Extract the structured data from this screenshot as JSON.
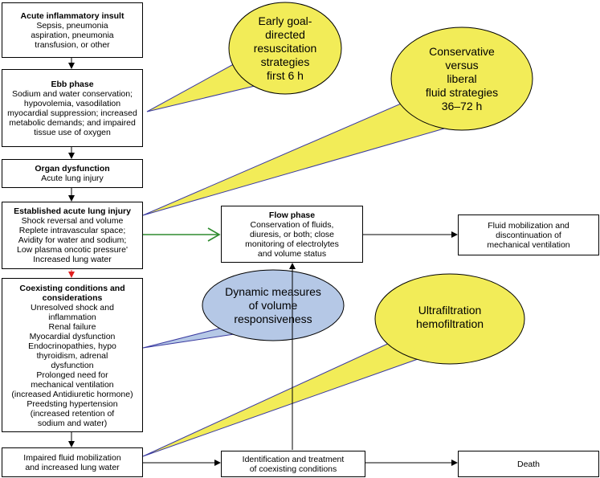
{
  "boxes": {
    "acute": {
      "title": "Acute inflammatory insult",
      "lines": [
        "Sepsis, pneumonia",
        "aspiration, pneumonia",
        "transfusion, or other"
      ]
    },
    "ebb": {
      "title": "Ebb phase",
      "lines": [
        "Sodium and water conservation;",
        "hypovolemia, vasodilation",
        "myocardial suppression; increased",
        "metabolic demands; and impaired",
        "tissue use of oxygen"
      ]
    },
    "organ": {
      "title": "Organ dysfunction",
      "lines": [
        "Acute lung injury"
      ]
    },
    "ali": {
      "title": "Established acute lung injury",
      "lines": [
        "Shock reversal and volume",
        "Replete intravascular space;",
        "Avidity for water and sodium;",
        "Low plasma oncotic pressure'",
        "Increased lung water"
      ]
    },
    "coexisting": {
      "title": "Coexisting conditions and",
      "title2": "considerations",
      "lines": [
        "Unresolved shock and",
        "inflammation",
        "Renal failure",
        "Myocardial dysfunction",
        "Endocrinopathies, hypo",
        "thyroidism, adrenal",
        "dysfunction",
        "Prolonged need for",
        "mechanical ventilation",
        "(increased Antidiuretic hormone)",
        "Preedsting hypertension",
        "(increased retention of",
        "sodium and water)"
      ]
    },
    "impaired": {
      "lines": [
        "Impaired fluid mobilization",
        "and increased lung water"
      ]
    },
    "flow": {
      "title": "Flow phase",
      "lines": [
        "Conservation of fluids,",
        "diuresis, or both; close",
        "monitoring of electrolytes",
        "and volume status"
      ]
    },
    "mobilization": {
      "lines": [
        "Fluid mobilization and",
        "discontinuation of",
        "mechanical ventilation"
      ]
    },
    "identification": {
      "lines": [
        "Identification and treatment",
        "of coexisting conditions"
      ]
    },
    "death": {
      "lines": [
        "Death"
      ]
    }
  },
  "bubbles": {
    "early": {
      "lines": [
        "Early goal-",
        "directed",
        "resuscitation",
        "strategies",
        "first 6 h"
      ]
    },
    "conservative": {
      "lines": [
        "Conservative",
        "versus",
        "liberal",
        "fluid strategies",
        "36–72 h"
      ]
    },
    "dynamic": {
      "lines": [
        "Dynamic measures",
        "of volume",
        "responsiveness"
      ]
    },
    "ultra": {
      "lines": [
        "Ultrafiltration",
        "hemofiltration"
      ]
    }
  },
  "colors": {
    "yellow_bubble": "#f2ec58",
    "blue_bubble": "#b5c8e6",
    "bubble_pointer_line": "#3a3aa0",
    "green_arrow": "#2e8b2e",
    "red_arrowhead": "#e02020",
    "box_border": "#000000"
  }
}
